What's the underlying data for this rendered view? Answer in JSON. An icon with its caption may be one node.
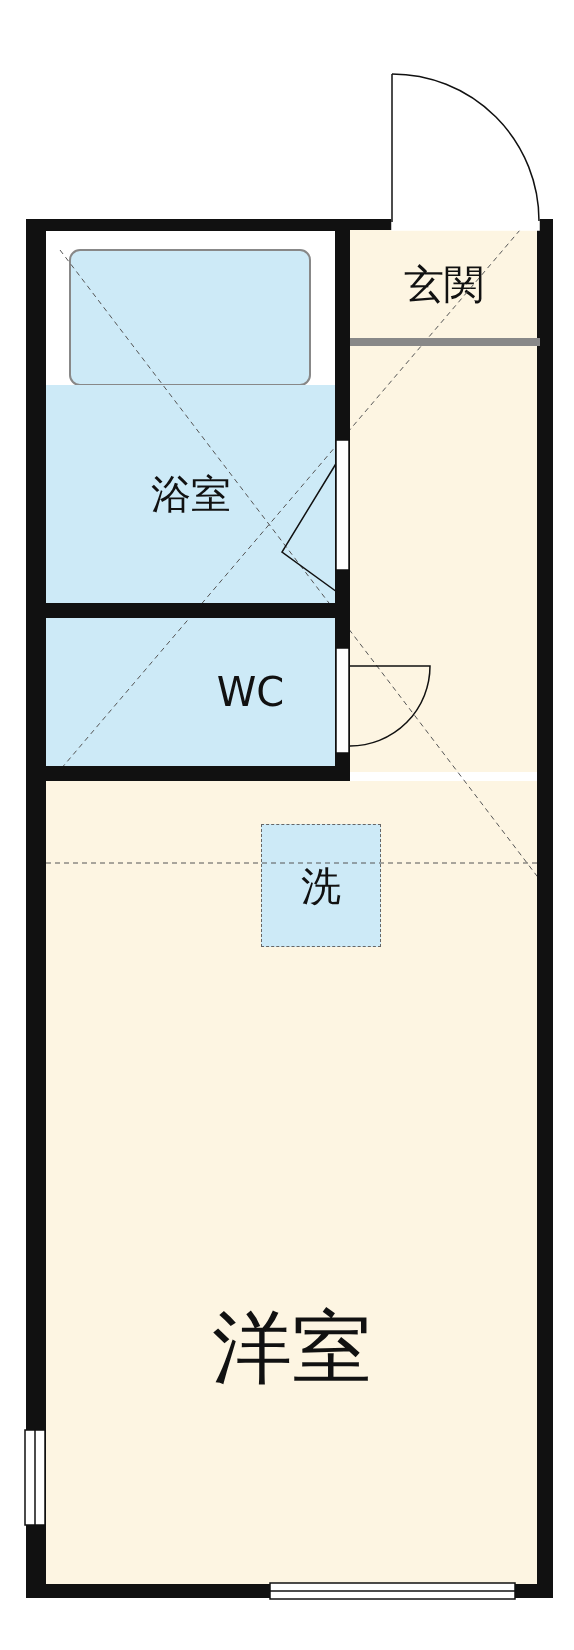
{
  "diagram": {
    "nodes": [
      {
        "text": [
          "浴室"
        ]
      },
      {
        "text": [
          "玄関"
        ]
      },
      {
        "text": [
          "WC"
        ]
      },
      {
        "text": [
          "洋室"
        ]
      },
      {
        "text": [
          "洗"
        ],
        "in": 3
      }
    ]
  }
}
